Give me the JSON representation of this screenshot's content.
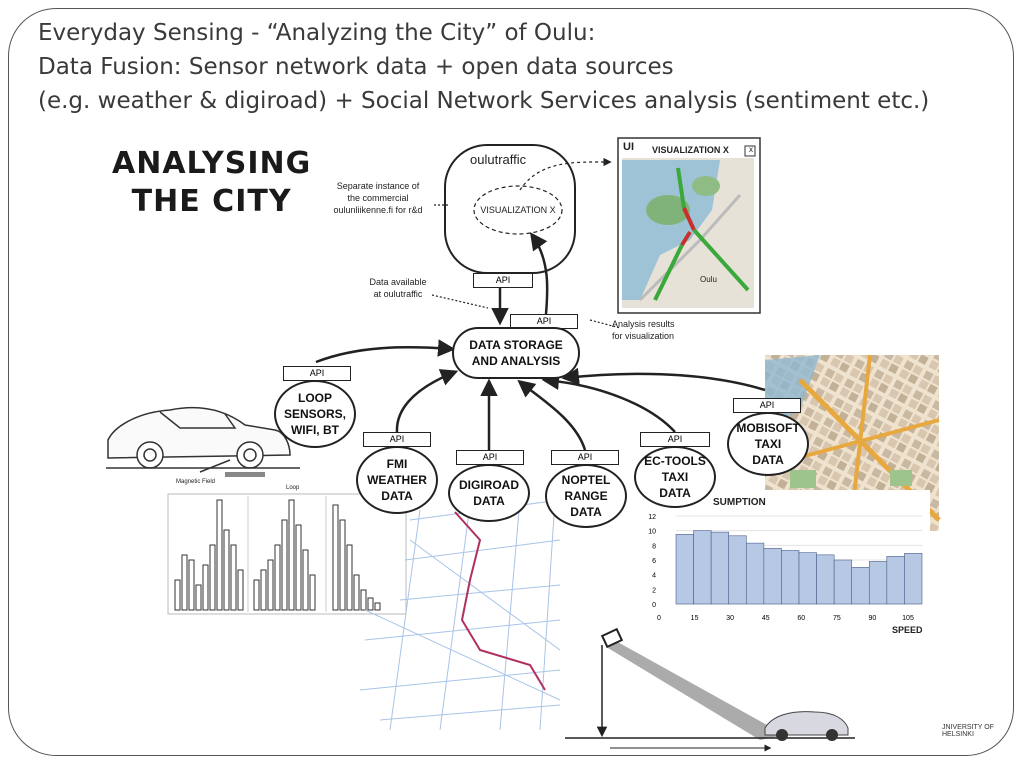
{
  "title": {
    "line1": "Everyday Sensing - “Analyzing the City” of  Oulu:",
    "line2": "Data Fusion: Sensor network data + open data sources",
    "line3": "(e.g. weather  & digiroad) + Social Network Services analysis (sentiment etc.)"
  },
  "diagram": {
    "heading_line1": "ANALYSING",
    "heading_line2": "THE CITY",
    "oulutraffic": "oulutraffic",
    "visualization_inner": "VISUALIZATION X",
    "separate_instance": "Separate instance of\nthe commercial\noulunliikenne.fi for r&d",
    "data_available": "Data available\nat oulutraffic",
    "analysis_results": "Analysis results\nfor visualization",
    "api_label": "API",
    "storage": "DATA STORAGE\nAND ANALYSIS",
    "ui_label": "UI",
    "ui_title": "VISUALIZATION X",
    "ui_close": "x",
    "map_label": "Oulu",
    "loop": "LOOP\nSENSORS,\nWIFI, BT",
    "fmi": "FMI\nWEATHER\nDATA",
    "digiroad": "DIGIROAD\nDATA",
    "noptel": "NOPTEL\nRANGE\nDATA",
    "ectools": "EC-TOOLS\nTAXI\nDATA",
    "mobisoft": "MOBISOFT\nTAXI\nDATA",
    "car_label1": "Magnetic Field",
    "car_label2": "Loop"
  },
  "chart_data": {
    "type": "bar",
    "title": "SUMPTION",
    "xlabel": "SPEED",
    "x_ticks": [
      "0",
      "15",
      "30",
      "45",
      "60",
      "75",
      "90",
      "105"
    ],
    "y_ticks": [
      "0",
      "2",
      "4",
      "6",
      "8",
      "10",
      "12"
    ],
    "ylim": [
      0,
      12
    ],
    "x": [
      0,
      7.5,
      15,
      22.5,
      30,
      37.5,
      45,
      52.5,
      60,
      67.5,
      75,
      82.5,
      90,
      97.5
    ],
    "values": [
      9.5,
      10.0,
      9.8,
      9.3,
      8.3,
      7.6,
      7.3,
      7.0,
      6.7,
      6.0,
      5.0,
      5.8,
      6.5,
      6.9
    ],
    "grid": true
  },
  "footer": "JNIVERSITY OF HELSINKI"
}
